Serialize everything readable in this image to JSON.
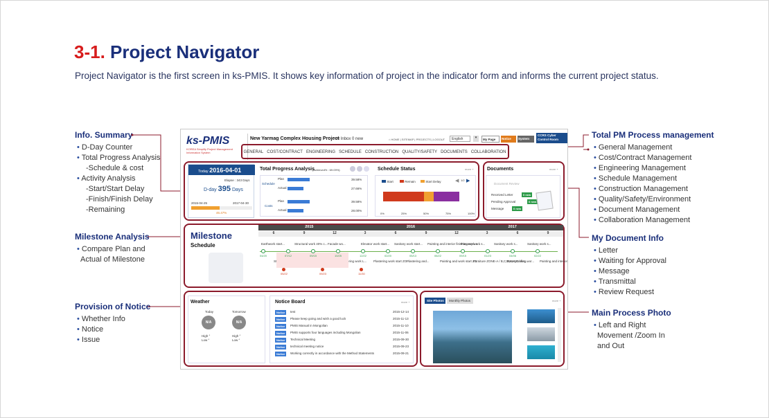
{
  "title_num": "3-1.",
  "title_text": "Project Navigator",
  "description": "Project Navigator is the first screen in ks-PMIS. It shows key information of project in the indicator form and informs the current project status.",
  "left": {
    "info_summary": {
      "title": "Info. Summary",
      "items": [
        "D-Day Counter",
        "Total Progress Analysis",
        "-Schedule & cost",
        "Activity Analysis",
        "-Start/Start Delay",
        "-Finish/Finish Delay",
        "-Remaining"
      ]
    },
    "milestone": {
      "title": "Milestone Analysis",
      "items": [
        "Compare Plan and",
        "Actual of Milestone"
      ]
    },
    "notice": {
      "title": "Provision of Notice",
      "items": [
        "Whether Info",
        "Notice",
        "Issue"
      ]
    }
  },
  "right": {
    "pm": {
      "title": "Total PM Process management",
      "items": [
        "General Management",
        "Cost/Contract Management",
        "Engineering Management",
        "Schedule Management",
        "Construction Management",
        "Quality/Safety/Environment",
        "Document Management",
        "Collaboration Management"
      ]
    },
    "doc": {
      "title": "My Document Info",
      "items": [
        "Letter",
        "Waiting for Approval",
        "Message",
        "Transmittal",
        "Review Request"
      ]
    },
    "photo": {
      "title": "Main  Process Photo",
      "items": [
        "Left and Right",
        "Movement /Zoom In",
        "and Out"
      ]
    }
  },
  "app": {
    "logo": "ks-PMIS",
    "logo_sub": "KOREA Simplify Project Management Information System",
    "project": "New Yarmag Complex Housing Project",
    "inbox": "Inbox 0 new",
    "top_links": [
      "HOME",
      "SITEMAP",
      "PROJECTS",
      "LOGOUT"
    ],
    "language": "English",
    "btn_mypage": "My Page",
    "btn_notice": "Notice",
    "btn_system": "System",
    "btn_ccrs": "CCRS Cyber Control Room",
    "menu": [
      "GENERAL",
      "COST/CONTRACT",
      "ENGINEERING",
      "SCHEDULE",
      "CONSTRUCTION",
      "QUALITY/SAFETY",
      "DOCUMENTS",
      "COLLABORATION"
    ],
    "today_label": "Today",
    "today_date": "2016-04-01",
    "elapse": "Elapse : 343 Days",
    "dday_label": "D-day",
    "dday_num": "395",
    "dday_unit": "Days",
    "date_start": "2015-04-25",
    "date_end": "2017-04-30",
    "progress_pct": "46.47%",
    "progress_fraction": 0.4647,
    "tpa_title": "Total Progress Analysis",
    "tpa_ach": "(Achieved% : 69.09%)",
    "tpa_schedule": "Schedule",
    "tpa_costs": "Costs",
    "tpa_plan": "Plan",
    "tpa_actual": "Actual",
    "tpa_vals": [
      "39.58%",
      "27.66%",
      "39.58%",
      "28.00%"
    ],
    "sched_title": "Schedule Status",
    "more": "more +",
    "sched_legend": [
      "Start",
      "Remain",
      "Start Delay"
    ],
    "sched_page": "1/2",
    "sched_axis": [
      "0%",
      "25%",
      "50%",
      "75%",
      "100%"
    ],
    "docs_title": "Documents",
    "doc_review": "Document Review",
    "doc_items": [
      "Received Letter",
      "Pending Approval",
      "Message"
    ],
    "doc_badges": [
      "0 new",
      "0 new",
      "0 new"
    ],
    "milestone_title": "Milestone",
    "milestone_sub": "Schedule",
    "years": [
      "2015",
      "2016",
      "2017"
    ],
    "months": [
      "6",
      "9",
      "12",
      "3",
      "6",
      "9",
      "12",
      "3",
      "6",
      "9"
    ],
    "ms_top": [
      "Earthwork start...",
      "Structural work 40% c...",
      "Facade wo...",
      "Elevator work start...",
      "Sanitary work start...",
      "Painting and interior finishing work s...",
      "Masonry work s...",
      "Sanitary work s...",
      "Sanitary work s..."
    ],
    "ms_bot": [
      "Structural work st...",
      "Masonry work st...",
      "Plastering work L...",
      "Plastering work start ZO...",
      "Plastering and...",
      "Painting and work start ZO...",
      "Furniture ZONE-A / B,C,D,K,H,G bloc...",
      "Waterproofing wor...",
      "Painting and interior"
    ],
    "ms_dates_plan": [
      "04/20",
      "07/12",
      "09/15",
      "10/25",
      "12/22",
      "02/20",
      "05/13",
      "06/22",
      "09/15",
      "01/23",
      "04/06",
      "02/22"
    ],
    "ms_dates_act": [
      "05/22",
      "09/23",
      "11/30"
    ],
    "weather_title": "Weather",
    "w_today": "Today",
    "w_tomorrow": "Tomorrow",
    "na": "N/A",
    "high": "High",
    "low": "Low",
    "deg": "°",
    "nb_title": "Notice Board",
    "notice_tag": "Notice",
    "notices": [
      {
        "t": "test",
        "d": "2015-12-14"
      },
      {
        "t": "Please keep going and wish a good luck",
        "d": "2015-11-13"
      },
      {
        "t": "PMIS Manual in Mongolian",
        "d": "2015-11-10"
      },
      {
        "t": "PMIS supports four languages including Mongolian",
        "d": "2015-11-06"
      },
      {
        "t": "Technical Meeting",
        "d": "2015-09-30"
      },
      {
        "t": "technical meeting notice",
        "d": "2015-09-23"
      },
      {
        "t": "Working correctly in accordance with the Method Statements",
        "d": "2015-09-21"
      }
    ],
    "photo_tabs": [
      "Site Photos",
      "Monthly Photos"
    ]
  }
}
